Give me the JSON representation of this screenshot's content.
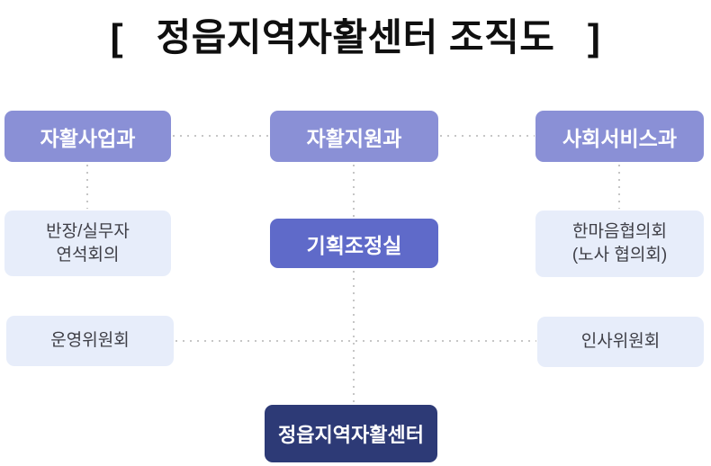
{
  "title": "[   정읍지역자활센터 조직도   ]",
  "chart": {
    "type": "org-chart",
    "nodes": {
      "dept_business": "자활사업과",
      "dept_support": "자활지원과",
      "dept_social": "사회서비스과",
      "leaders_meeting": "반장/실무자\n연석회의",
      "planning_office": "기획조정실",
      "hanmaum_council": "한마음협의회\n(노사 협의회)",
      "steering_committee": "운영위원회",
      "personnel_committee": "인사위원회",
      "center": "정읍지역자활센터"
    },
    "colors": {
      "department_fill": "#8a90d6",
      "planning_fill": "#5f6ac9",
      "center_fill": "#2d3a76",
      "light_fill": "#e7edfa",
      "light_text": "#3e3e46",
      "box_text_light": "#ffffff",
      "title_text": "#0f0f0f",
      "connector": "#c6c6c6",
      "background": "#ffffff"
    },
    "connections": [
      "자활사업과 — 자활지원과 — 사회서비스과 (dotted horizontal)",
      "자활사업과 — 반장/실무자 연석회의 (dotted vertical)",
      "자활지원과 — 기획조정실 — 정읍지역자활센터 (dotted vertical)",
      "사회서비스과 — 한마음협의회 (dotted vertical)",
      "운영위원회 — 인사위원회 (dotted horizontal)"
    ]
  }
}
